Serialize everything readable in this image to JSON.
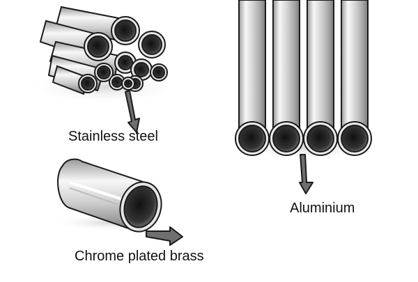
{
  "labels": {
    "stainless_steel": "Stainless steel",
    "aluminium": "Aluminium",
    "chrome_plated_brass": "Chrome plated brass"
  },
  "colors": {
    "background": "#ffffff",
    "outline": "#1a1a1a",
    "metal_light": "#f5f5f5",
    "metal_mid": "#c8c8c8",
    "metal_dark": "#8a8a8a",
    "bore_dark": "#222222",
    "arrow_fill": "#6f6f6f",
    "label_text": "#111111"
  },
  "icons": [
    "stainless-steel-tube-bundle",
    "aluminium-tubes",
    "chrome-brass-tube",
    "pointer-arrow"
  ]
}
